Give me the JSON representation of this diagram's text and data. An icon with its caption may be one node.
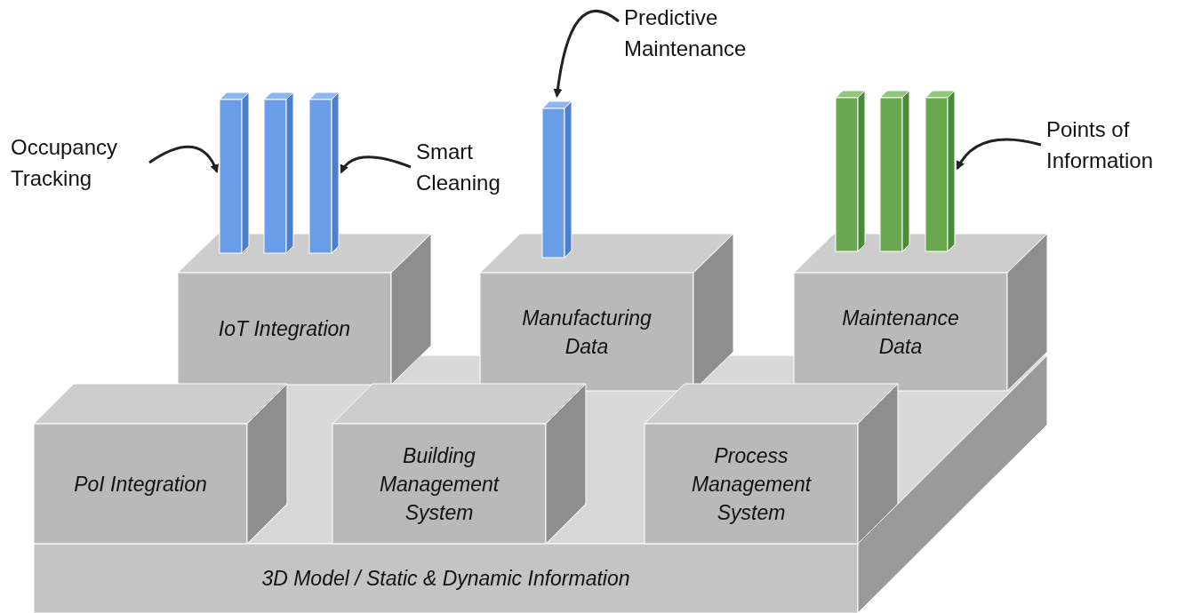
{
  "diagram": {
    "nodes": [
      {
        "text": [
          "Predictive Maintenance"
        ]
      },
      {
        "text": [
          "Points of Information"
        ]
      },
      {
        "text": [
          "Occupancy Tracking"
        ]
      },
      {
        "text": [
          "Smart Cleaning"
        ]
      },
      {
        "text": [],
        "shape": "bar"
      },
      {
        "text": [],
        "shape": "bar"
      },
      {
        "text": [],
        "shape": "bar"
      },
      {
        "text": [],
        "shape": "bar"
      },
      {
        "text": [],
        "shape": "bar"
      },
      {
        "text": [],
        "shape": "bar"
      },
      {
        "text": [],
        "shape": "bar"
      },
      {
        "text": [
          "IoT Integration"
        ]
      },
      {
        "text": [
          "Manufacturing Data"
        ]
      },
      {
        "text": [
          "Maintenance Data"
        ]
      },
      {
        "text": [
          "PoI Integration"
        ],
        "in": 17
      },
      {
        "text": [
          "Building Management System"
        ],
        "in": 17
      },
      {
        "text": [
          "Process Management System"
        ],
        "in": 17
      },
      {
        "text": [
          "3D Model / Static & Dynamic Information"
        ]
      }
    ],
    "edges": [
      {
        "from": 2,
        "to": 4,
        "arrow": "to"
      },
      {
        "from": 3,
        "to": 6,
        "arrow": "to"
      },
      {
        "from": 0,
        "to": 7,
        "arrow": "to"
      },
      {
        "from": 1,
        "to": 10,
        "arrow": "to"
      }
    ]
  }
}
